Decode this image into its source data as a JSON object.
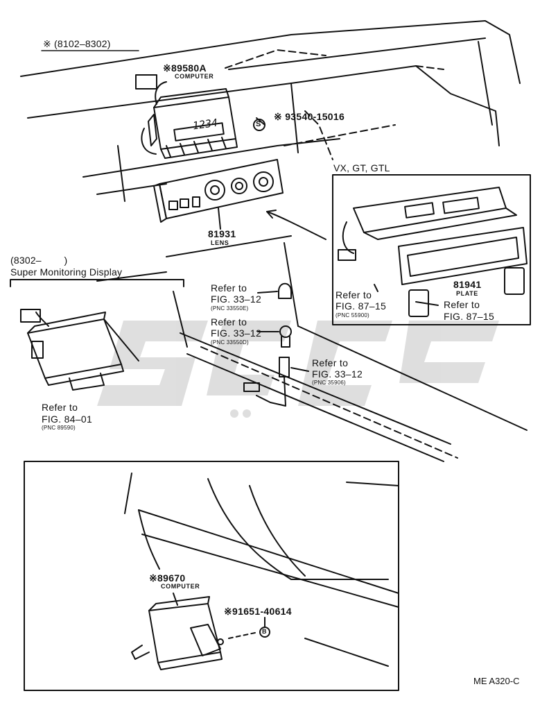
{
  "header": {
    "date_range": "※ (8102–8302)"
  },
  "upper_unit": {
    "part_number": "※89580A",
    "part_name": "COMPUTER",
    "display_text": "1234"
  },
  "screw": {
    "mark": "S",
    "part_number": "※ 93540-15016"
  },
  "lens": {
    "part_number": "81931",
    "part_name": "LENS"
  },
  "variant_box": {
    "title": "VX, GT, GTL",
    "plate_number": "81941",
    "plate_name": "PLATE",
    "ref_left": [
      "Refer to",
      "FIG. 87–15",
      "(PNC 55900)"
    ],
    "ref_right": [
      "Refer to",
      "FIG. 87–15"
    ]
  },
  "super_monitor": {
    "range": "(8302–        )",
    "title": "Super Monitoring Display",
    "ref": [
      "Refer to",
      "FIG. 84–01",
      "(PNC 89590)"
    ]
  },
  "bulbs": [
    {
      "ref": [
        "Refer to",
        "FIG. 33–12",
        "(PNC 33550E)"
      ]
    },
    {
      "ref": [
        "Refer to",
        "FIG. 33–12",
        "(PNC 33550D)"
      ]
    },
    {
      "ref": [
        "Refer to",
        "FIG. 33–12",
        "(PNC 35906)"
      ]
    }
  ],
  "lower_unit": {
    "part_number": "※89670",
    "part_name": "COMPUTER",
    "bolt_mark": "B",
    "bolt_number": "※91651-40614"
  },
  "footer": {
    "code": "ME A320-C"
  },
  "colors": {
    "ink": "#111111",
    "watermark": "#d9d9d9"
  }
}
